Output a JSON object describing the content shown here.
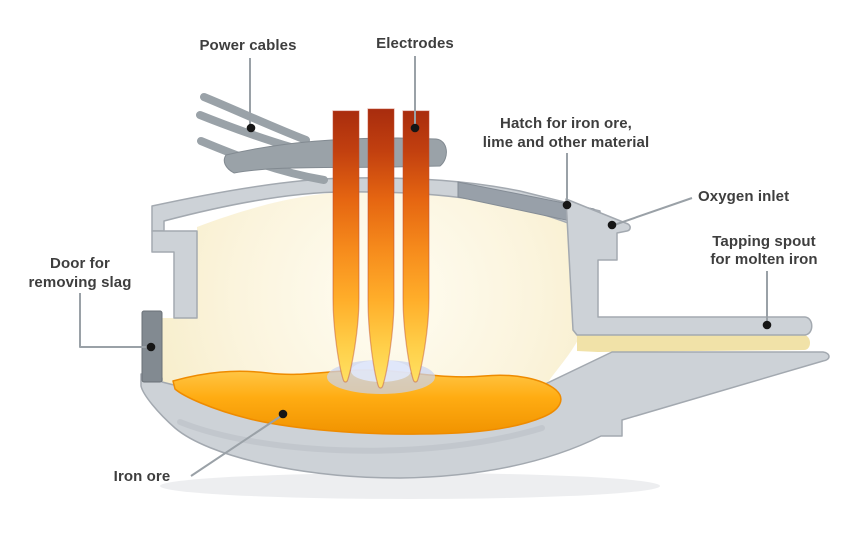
{
  "labels": {
    "power_cables": "Power cables",
    "electrodes": "Electrodes",
    "hatch": [
      "Hatch for iron ore,",
      "lime and other material"
    ],
    "oxygen_inlet": "Oxygen inlet",
    "tapping_spout": [
      "Tapping spout",
      "for molten iron"
    ],
    "slag_door": [
      "Door for",
      "removing slag"
    ],
    "iron_ore": "Iron ore"
  },
  "colors": {
    "label_text": "#3e3e3e",
    "leader_line": "#9aa1a7",
    "shell_gray": "#cdd2d7",
    "shell_stroke": "#a3a9b0",
    "hatch_gray": "#98a0a9",
    "cable_gray": "#9aa2a8",
    "door_gray": "#828a91",
    "channel_yellow": "#f1e2a8",
    "interior_cream": "#f6ecc6",
    "pool_orange": "#ffac12",
    "pool_edge": "#ee8b00",
    "electrode_dark_red": "#a82c0e",
    "electrode_yellow": "#ffe468",
    "arc_glow": "#c7d3f2",
    "background": "#ffffff"
  }
}
